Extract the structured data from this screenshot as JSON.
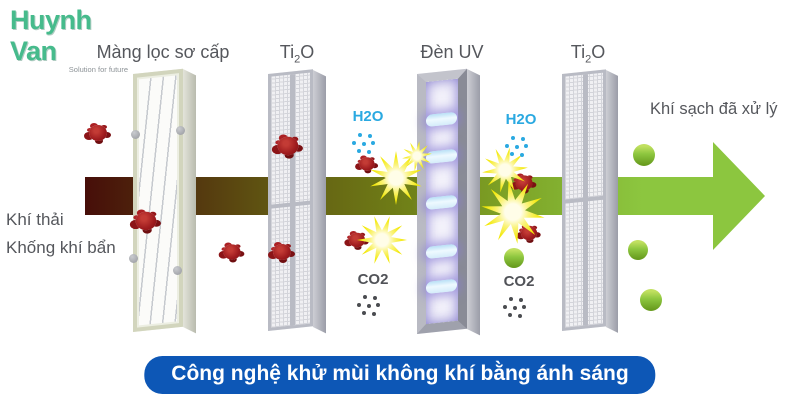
{
  "logo": {
    "title": "Huynh Van",
    "tagline": "Solution for future"
  },
  "stages": [
    {
      "id": "primary-filter",
      "label": "Màng lọc sơ cấp"
    },
    {
      "id": "ti2o-1",
      "label_pre": "Ti",
      "label_sub": "2",
      "label_post": "O"
    },
    {
      "id": "uv-lamp",
      "label": "Đèn UV"
    },
    {
      "id": "ti2o-2",
      "label_pre": "Ti",
      "label_sub": "2",
      "label_post": "O"
    }
  ],
  "flow": {
    "input_line1": "Khí thải",
    "input_line2": "Khống khí bẩn",
    "output_label": "Khí sạch đã xử lý"
  },
  "molecules": {
    "h2o": "H2O",
    "co2": "CO2"
  },
  "banner": {
    "text": "Công nghệ khử mùi không khí bằng ánh sáng"
  },
  "colors": {
    "brand_green": "#46BB8C",
    "banner_blue": "#0D57B6",
    "h2o_blue": "#2AA9E1",
    "co2_gray": "#515358",
    "arrow_start_maroon": "#470E09",
    "arrow_mid_olive": "#6E7B16",
    "arrow_end_green": "#8CC63F",
    "dirty_particle_red": "#9E1B1E",
    "clean_particle_green": "#8DC63F",
    "uv_glow_purple": "#8979D6",
    "flash_yellow": "#F3E90A"
  }
}
